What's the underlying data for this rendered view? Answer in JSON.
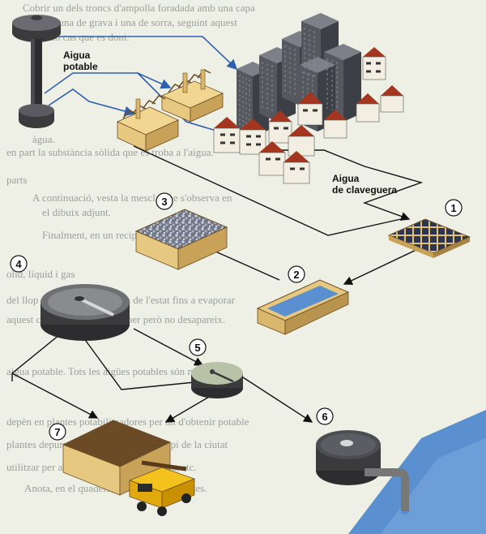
{
  "labels": {
    "drinking_water": [
      "Aigua",
      "potable"
    ],
    "sewer_water": [
      "Aigua",
      "de claveguera"
    ]
  },
  "steps": [
    "1",
    "2",
    "3",
    "4",
    "5",
    "6",
    "7"
  ],
  "background_text": [
    "Cobrir un dels troncs d'ampolla foradada amb una capa",
    "de cotó, una de grava i una de sorra, seguint aquest",
    "ordre, en cas que es doni.",
    "àgua.",
    "en part la substància sòlida que es troba a l'aigua.",
    "parts",
    "A continuació, vesta la mescla que s'observa en",
    "el dibuix adjunt.",
    "Finalment, en un recipient, afegeix aigua...",
    "olid, líquid i gas",
    "del llop d'aquest cicle, l'aigua de l'estat fins a evaporar",
    "aquest cicle, l'aigua es troba per però no desapareix.",
    "aigua potable. Tots les aigües potables són minerals o",
    "depèn en plantes potabilitzadores per tal d'obtenir potable",
    "plantes depuradores. D'aigua del principi de la ciutat",
    "utilitzar per a l'ús industrial, horticultura, etc.",
    "Anota, en el quadern, el sentit de les frases."
  ],
  "colors": {
    "drinking_line": "#2f5fb0",
    "sewer_line": "#111111",
    "water": "#5a8fd0",
    "tank_dark": "#3b3b3e",
    "box_tan": "#e7c880",
    "building_gray": "#55585e",
    "roof_red": "#a4351f",
    "truck_yellow": "#f3c21d"
  }
}
